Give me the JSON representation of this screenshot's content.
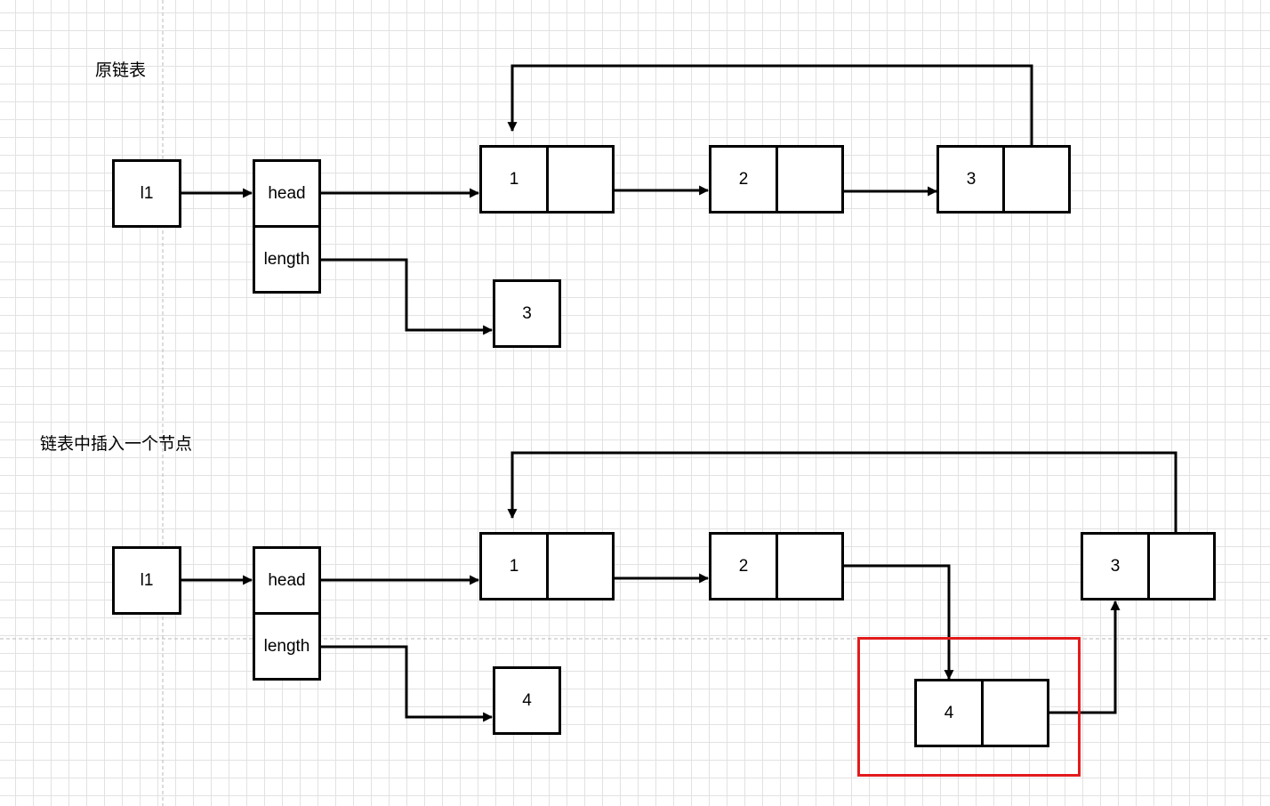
{
  "colors": {
    "line": "#000000",
    "highlight": "#e31b1b",
    "grid": "#e2e2e2"
  },
  "sections": [
    {
      "title": "原链表",
      "var_label": "l1",
      "head_label": "head",
      "length_label": "length",
      "length_value": "3",
      "nodes": [
        "1",
        "2",
        "3"
      ]
    },
    {
      "title": "链表中插入一个节点",
      "var_label": "l1",
      "head_label": "head",
      "length_label": "length",
      "length_value": "4",
      "nodes": [
        "1",
        "2",
        "3"
      ],
      "inserted_node": "4"
    }
  ]
}
